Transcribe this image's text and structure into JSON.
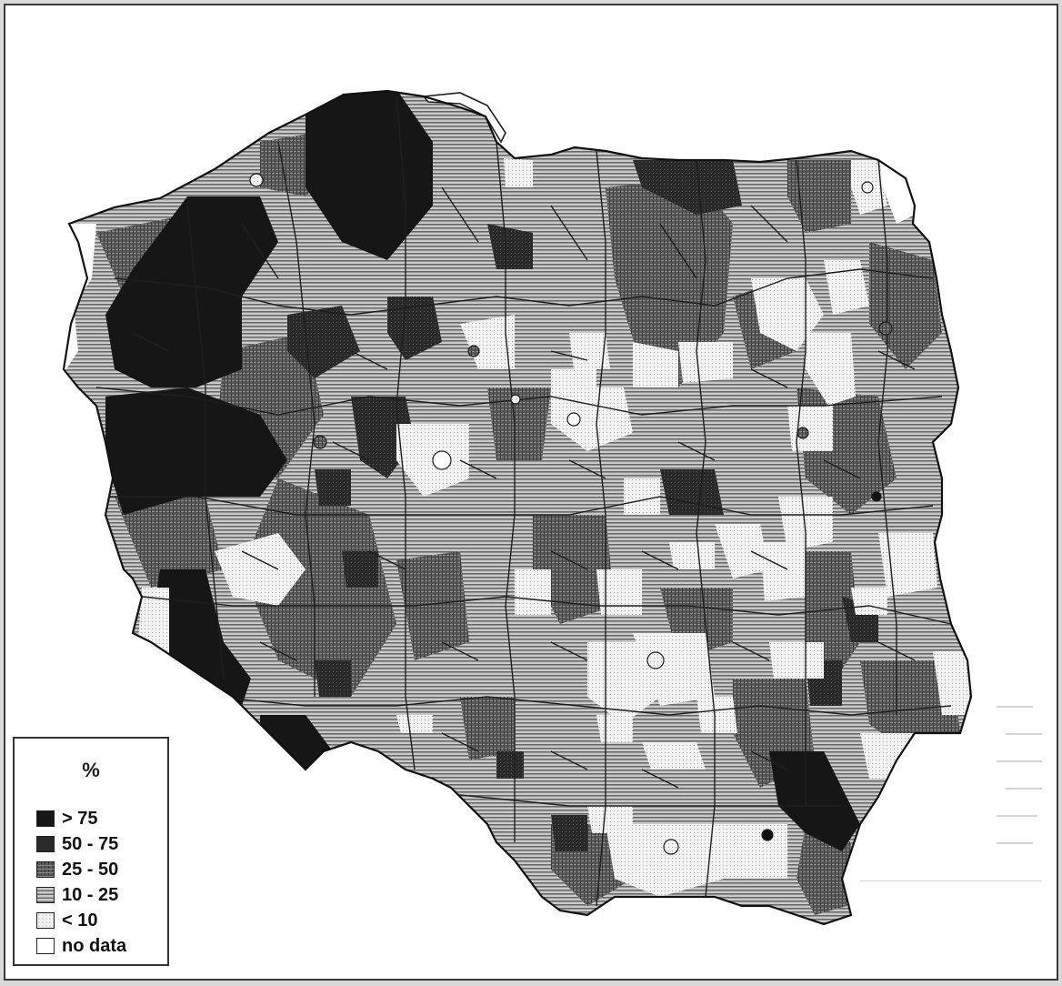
{
  "legend": {
    "title": "%",
    "items": [
      {
        "label": "> 75",
        "pattern": "solid-black"
      },
      {
        "label": "50 - 75",
        "pattern": "dense-dark"
      },
      {
        "label": "25 - 50",
        "pattern": "grid-mid"
      },
      {
        "label": "10 - 25",
        "pattern": "horizontal-lines"
      },
      {
        "label": "< 10",
        "pattern": "light-dots"
      },
      {
        "label": "no data",
        "pattern": "white"
      }
    ]
  },
  "colors": {
    "background": "#ffffff",
    "border": "#333333",
    "class_gt75": "#1a1a1a",
    "class_50_75": "#2e2e2e",
    "class_25_50": "#6e6e6e",
    "class_10_25": "#9a9a9a",
    "class_lt10": "#e3e3e3",
    "no_data": "#ffffff"
  }
}
